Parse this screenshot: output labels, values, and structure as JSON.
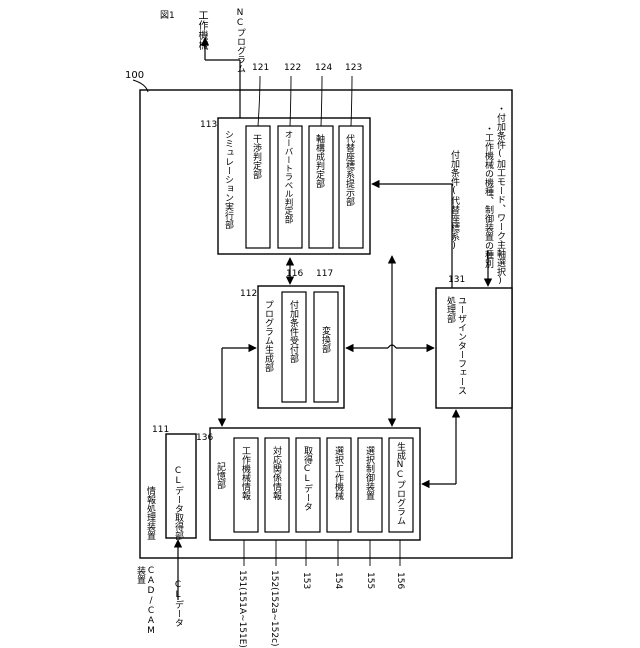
{
  "figure_label": "図1",
  "labels": {
    "machine_tool": "工作機械",
    "nc_program_out": "NCプログラム",
    "device_ref": "100",
    "info_device": "情報処理装置",
    "cad_cam": "CAD/CAM装置",
    "cl_data_in": "CLデータ",
    "additional_condition": "付加条件(代替座標系)",
    "ui_inputs": [
      "・工作機械の機種、制御装置の種別",
      "・付加条件(加工モード、ワーク主軸選択)"
    ]
  },
  "blocks": {
    "simulation": {
      "ref": "113",
      "label": "シミュレーション実行部",
      "subs": [
        {
          "ref": "121",
          "label": "干渉判定部"
        },
        {
          "ref": "122",
          "label": "オーバートラベル判定部"
        },
        {
          "ref": "124",
          "label": "軸構成判定部"
        },
        {
          "ref": "123",
          "label": "代替座標系提示部"
        }
      ]
    },
    "program_gen": {
      "ref": "112",
      "label": "プログラム生成部",
      "subs": [
        {
          "ref": "116",
          "label": "付加条件受付部"
        },
        {
          "ref": "117",
          "label": "変換部"
        }
      ]
    },
    "ui": {
      "ref": "131",
      "label": "ユーザインターフェース処理部"
    },
    "cl_acq": {
      "ref": "111",
      "label": "CLデータ取得部"
    },
    "storage": {
      "ref": "136",
      "label": "記憶部",
      "items": [
        {
          "label": "工作機械情報",
          "ref": "151(151A~151E)"
        },
        {
          "label": "対応関係情報",
          "ref": "152(152a~152c)"
        },
        {
          "label": "取得CLデータ",
          "ref": "153"
        },
        {
          "label": "選択工作機械",
          "ref": "154"
        },
        {
          "label": "選択制御装置",
          "ref": "155"
        },
        {
          "label": "生成NCプログラム",
          "ref": "156"
        }
      ]
    }
  }
}
